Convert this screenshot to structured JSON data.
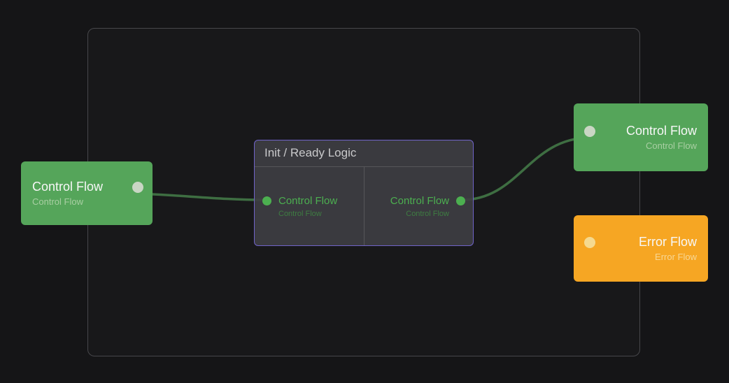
{
  "colors": {
    "background": "#151517",
    "node_green": "#55a55a",
    "node_orange": "#f6a623",
    "accent_green": "#4caf50",
    "edge_green": "#3e6e42",
    "center_border_purple": "#7064c9",
    "group_border": "#47474b"
  },
  "edges": {
    "color": "#3e6e42"
  },
  "nodes": {
    "left_control": {
      "title": "Control Flow",
      "subtitle": "Control Flow"
    },
    "init_ready": {
      "header": "Init / Ready Logic",
      "input": {
        "label": "Control Flow",
        "sublabel": "Control Flow"
      },
      "output": {
        "label": "Control Flow",
        "sublabel": "Control Flow"
      }
    },
    "right_control": {
      "title": "Control Flow",
      "subtitle": "Control Flow"
    },
    "error": {
      "title": "Error Flow",
      "subtitle": "Error Flow"
    }
  }
}
